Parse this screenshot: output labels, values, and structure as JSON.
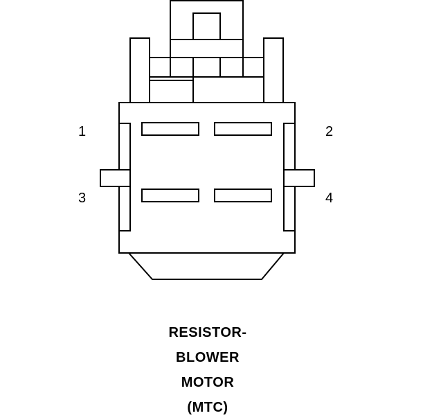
{
  "pins": [
    "1",
    "2",
    "3",
    "4"
  ],
  "caption": [
    "RESISTOR-",
    "BLOWER",
    "MOTOR",
    "(MTC)"
  ],
  "colors": {
    "stroke": "#000000",
    "fill": "#ffffff"
  }
}
